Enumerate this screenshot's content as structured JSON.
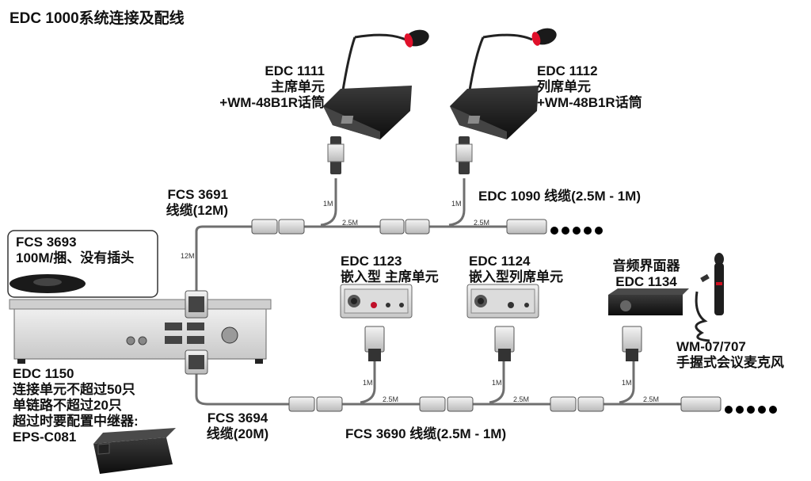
{
  "title": "EDC 1000系统连接及配线",
  "devices": {
    "chair_unit": {
      "line1": "EDC 1111",
      "line2": "主席单元",
      "line3": "+WM-48B1R话筒"
    },
    "delegate_unit": {
      "line1": "EDC 1112",
      "line2": "列席单元",
      "line3": "+WM-48B1R话筒"
    },
    "embedded_chair": {
      "line1": "EDC 1123",
      "line2": "嵌入型 主席单元"
    },
    "embedded_delegate": {
      "line1": "EDC 1124",
      "line2": "嵌入型列席单元"
    },
    "audio_interface": {
      "line1": "音频界面器",
      "line2": "EDC 1134"
    },
    "handheld_mic": {
      "line1": "WM-07/707",
      "line2": "手握式会议麦克风"
    },
    "main_unit": {
      "line1": "EDC 1150",
      "line2": "连接单元不超过50只",
      "line3": "单链路不超过20只",
      "line4": "超过时要配置中继器:",
      "line5": "EPS-C081"
    },
    "cable_roll": {
      "line1": "FCS 3693",
      "line2": "100M/捆、没有插头"
    }
  },
  "cables": {
    "fcs3691": {
      "line1": "FCS 3691",
      "line2": "线缆(12M)"
    },
    "edc1090": "EDC 1090  线缆(2.5M - 1M)",
    "fcs3694": {
      "line1": "FCS 3694",
      "line2": "线缆(20M)"
    },
    "fcs3690": "FCS 3690 线缆(2.5M - 1M)"
  },
  "length_marks": {
    "m1": "1M",
    "m25": "2.5M",
    "m12": "12M"
  },
  "colors": {
    "cable": "#6f6f6f",
    "mic_ring": "#e0102a",
    "device_dark": "#1c1c1c",
    "box_border": "#333333"
  }
}
